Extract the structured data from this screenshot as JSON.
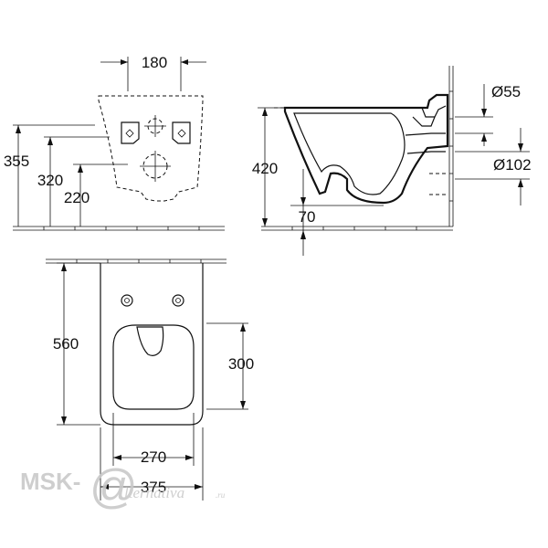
{
  "dimensions": {
    "width_180": "180",
    "height_355": "355",
    "height_320": "320",
    "height_220": "220",
    "height_420": "420",
    "offset_70": "70",
    "dia_55": "Ø55",
    "dia_102": "Ø102",
    "length_560": "560",
    "length_300": "300",
    "width_270": "270",
    "width_375": "375"
  },
  "watermark": {
    "brand": "MSK-",
    "at_symbol": "@",
    "rest": "lternativa",
    "tld": ".ru"
  }
}
